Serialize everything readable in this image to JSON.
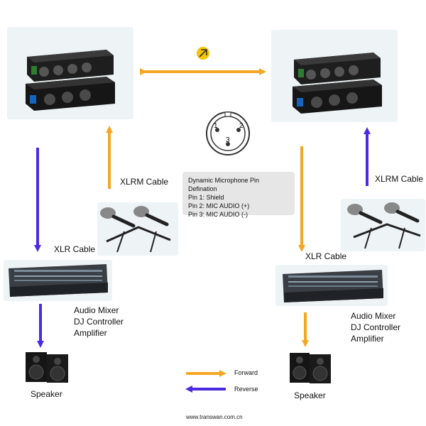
{
  "colors": {
    "forward": "#f5a623",
    "reverse": "#4b2be0",
    "panel": "#eef3f5",
    "device": "#1e1e1e"
  },
  "labels": {
    "xlrm_cable_left": "XLRM Cable",
    "xlrm_cable_right": "XLRM Cable",
    "xlr_cable_left": "XLR Cable",
    "xlr_cable_right": "XLR Cable",
    "equipment_left": [
      "Audio Mixer",
      "DJ Controller",
      "Amplifier"
    ],
    "equipment_right": [
      "Audio Mixer",
      "DJ Controller",
      "Amplifier"
    ],
    "speaker_left": "Speaker",
    "speaker_right": "Speaker"
  },
  "pin_diagram": {
    "pin_numbers": [
      "1",
      "2",
      "3"
    ],
    "title": "Dynamic Microphone Pin Defination",
    "pins": [
      "Pin 1: Shield",
      "Pin 2: MIC AUDIO (+)",
      "Pin 3: MIC AUDIO (-)"
    ]
  },
  "legend": {
    "forward": "Forward",
    "reverse": "Reverse"
  },
  "footer": {
    "url": "www.transwan.com.cn"
  },
  "icons": {
    "link": "fiber-link-icon"
  }
}
